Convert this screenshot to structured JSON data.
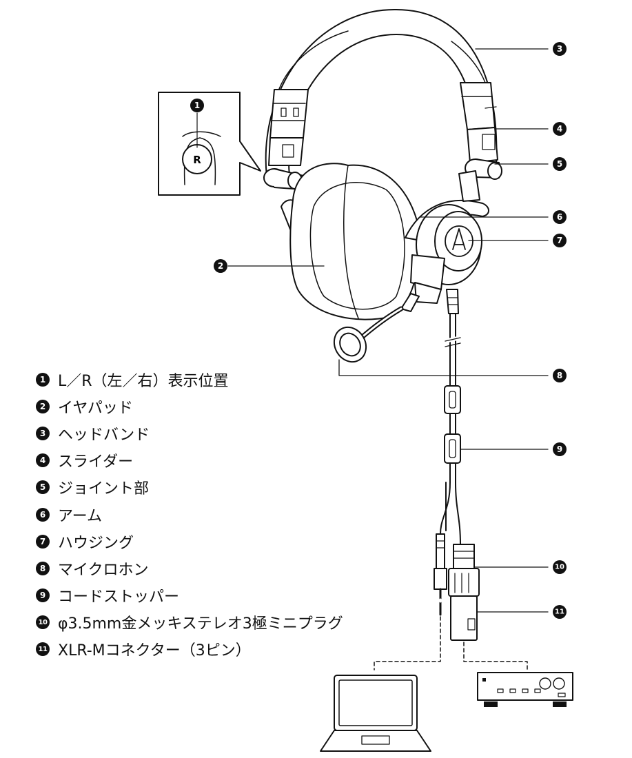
{
  "inset": {
    "side_letter": "R",
    "callout": "1"
  },
  "callouts": [
    {
      "number": "3",
      "label": "ヘッドバンド"
    },
    {
      "number": "4",
      "label": "スライダー"
    },
    {
      "number": "5",
      "label": "ジョイント部"
    },
    {
      "number": "6",
      "label": "アーム"
    },
    {
      "number": "7",
      "label": "ハウジング"
    },
    {
      "number": "2",
      "label": "イヤパッド"
    },
    {
      "number": "8",
      "label": "マイクロホン"
    },
    {
      "number": "9",
      "label": "コードストッパー"
    },
    {
      "number": "10",
      "label": "φ3.5mm金メッキステレオ3極ミニプラグ"
    },
    {
      "number": "11",
      "label": "XLR-Mコネクター（3ピン）"
    }
  ],
  "legend": [
    {
      "number": "1",
      "text": "L／R（左／右）表示位置"
    },
    {
      "number": "2",
      "text": "イヤパッド"
    },
    {
      "number": "3",
      "text": "ヘッドバンド"
    },
    {
      "number": "4",
      "text": "スライダー"
    },
    {
      "number": "5",
      "text": "ジョイント部"
    },
    {
      "number": "6",
      "text": "アーム"
    },
    {
      "number": "7",
      "text": "ハウジング"
    },
    {
      "number": "8",
      "text": "マイクロホン"
    },
    {
      "number": "9",
      "text": "コードストッパー"
    },
    {
      "number": "10",
      "text": "φ3.5mm金メッキステレオ3極ミニプラグ"
    },
    {
      "number": "11",
      "text": "XLR-Mコネクター（3ピン）"
    }
  ],
  "colors": {
    "line": "#111111",
    "badge": "#111111",
    "background": "#ffffff"
  }
}
